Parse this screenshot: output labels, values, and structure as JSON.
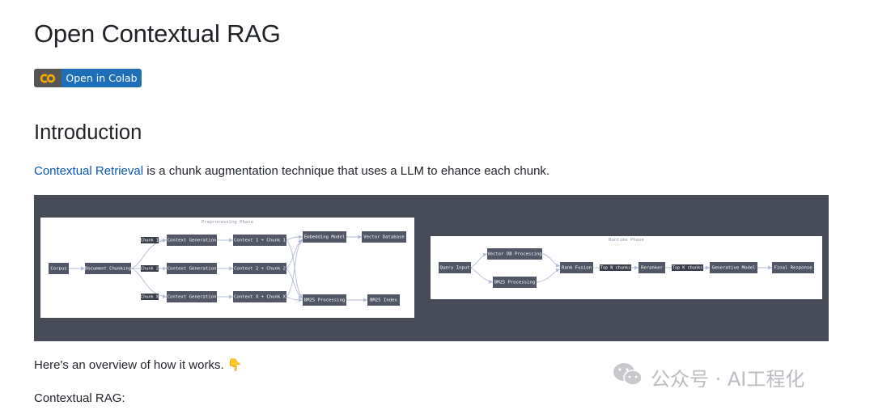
{
  "page": {
    "title": "Open Contextual RAG",
    "badge_label": "Open in Colab",
    "section_heading": "Introduction",
    "intro_link": "Contextual Retrieval",
    "intro_rest": " is a chunk augmentation technique that uses a LLM to ehance each chunk.",
    "overview": "Here's an overview of how it works. 👇",
    "contextual_label": "Contextual RAG:"
  },
  "diagram": {
    "preprocessing": {
      "title": "Preprocessing Phase",
      "nodes": {
        "corpus": "Corpus",
        "chunking": "Document Chunking",
        "ctx_gen_1": "Context Generation",
        "ctx_gen_2": "Context Generation",
        "ctx_gen_3": "Context Generation",
        "ctx_chunk_1": "Context 1 + Chunk 1",
        "ctx_chunk_2": "Context 2 + Chunk 2",
        "ctx_chunk_3": "Context X + Chunk X",
        "embedding": "Embedding Model",
        "vector_db": "Vector Database",
        "bm25": "BM25 Processing",
        "bm25_index": "BM25 Index"
      },
      "edge_labels": {
        "chunk_1": "Chunk 1",
        "chunk_2": "Chunk 2",
        "chunk_x": "Chunk X"
      }
    },
    "runtime": {
      "title": "Runtime Phase",
      "nodes": {
        "query": "Query Input",
        "vector_proc": "Vector DB Processing",
        "bm25_proc": "BM25 Processing",
        "rank_fusion": "Rank Fusion",
        "reranker": "Reranker",
        "generative": "Generative Model",
        "final": "Final Response"
      },
      "edge_labels": {
        "top_n": "Top N chunks",
        "top_k": "Top K chunks"
      }
    }
  },
  "watermark": {
    "icon": "wechat-icon",
    "text": "公众号 · AI工程化"
  },
  "colors": {
    "link": "#0a55b8",
    "badge_blue": "#1e6fb8",
    "badge_gray": "#555555",
    "panel_bg": "#474b57",
    "node_fill": "#515767"
  }
}
